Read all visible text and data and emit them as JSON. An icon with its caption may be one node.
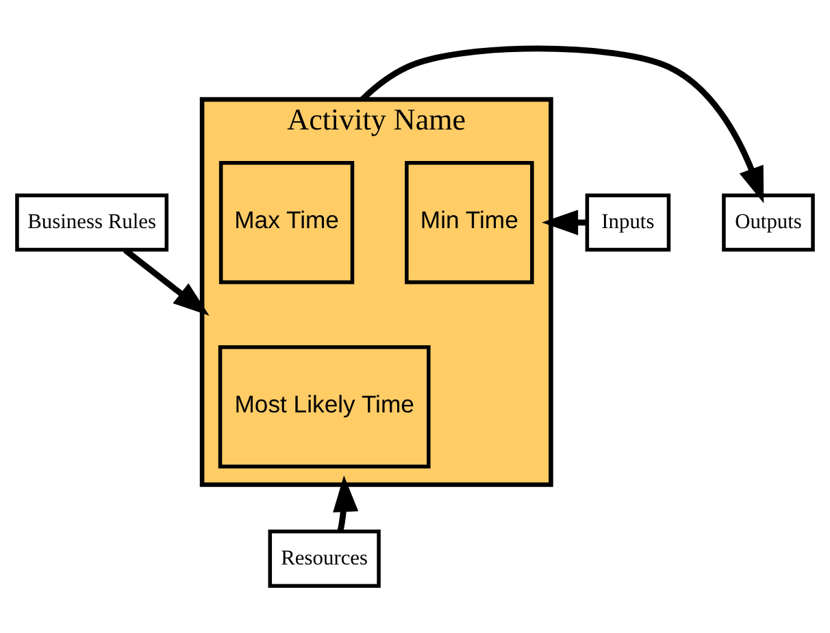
{
  "diagram": {
    "nodes": [
      {
        "text": [
          "Business Rules"
        ]
      },
      {
        "text": [
          "Inputs"
        ]
      },
      {
        "text": [
          "Activity Name"
        ]
      },
      {
        "text": [
          "Min Time"
        ],
        "in": 2
      },
      {
        "text": [
          "Most Likely Time"
        ],
        "in": 2
      },
      {
        "text": [
          "Max Time"
        ],
        "in": 2
      },
      {
        "text": [
          "Outputs"
        ]
      },
      {
        "text": [
          "Resources"
        ]
      }
    ],
    "edges": [
      {
        "from": 0,
        "to": 2,
        "arrow": "to"
      },
      {
        "from": 1,
        "to": 2,
        "arrow": "to"
      },
      {
        "from": 2,
        "to": 6,
        "arrow": "to"
      },
      {
        "from": 7,
        "to": 2,
        "arrow": "to"
      }
    ]
  }
}
